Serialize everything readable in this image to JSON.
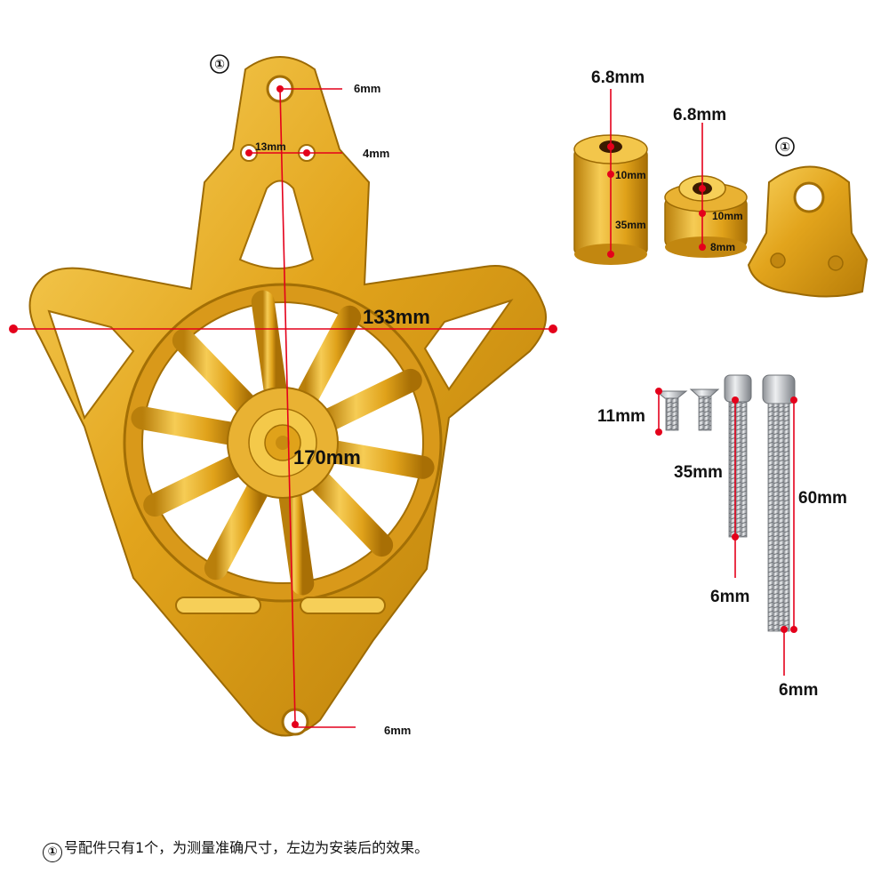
{
  "marker": "①",
  "bracket": {
    "top_hole": "6mm",
    "hole_spacing": "13mm",
    "small_hole": "4mm",
    "width": "133mm",
    "height": "170mm",
    "bottom_hole": "6mm"
  },
  "spacers": {
    "tall_bore": "6.8mm",
    "tall_top": "10mm",
    "tall_height": "35mm",
    "short_bore": "6.8mm",
    "short_top": "10mm",
    "short_height": "8mm"
  },
  "bolts": {
    "short_length": "11mm",
    "medium_length": "35mm",
    "long_length": "60mm",
    "medium_diameter": "6mm",
    "long_diameter": "6mm"
  },
  "caption": "号配件只有1个，为测量准确尺寸，左边为安装后的效果。",
  "colors": {
    "gold": "#e0a21a",
    "gold_dark": "#b07a08",
    "gold_light": "#f7cf5a",
    "marker_red": "#e4001b",
    "steel": "#c9ccd0"
  }
}
